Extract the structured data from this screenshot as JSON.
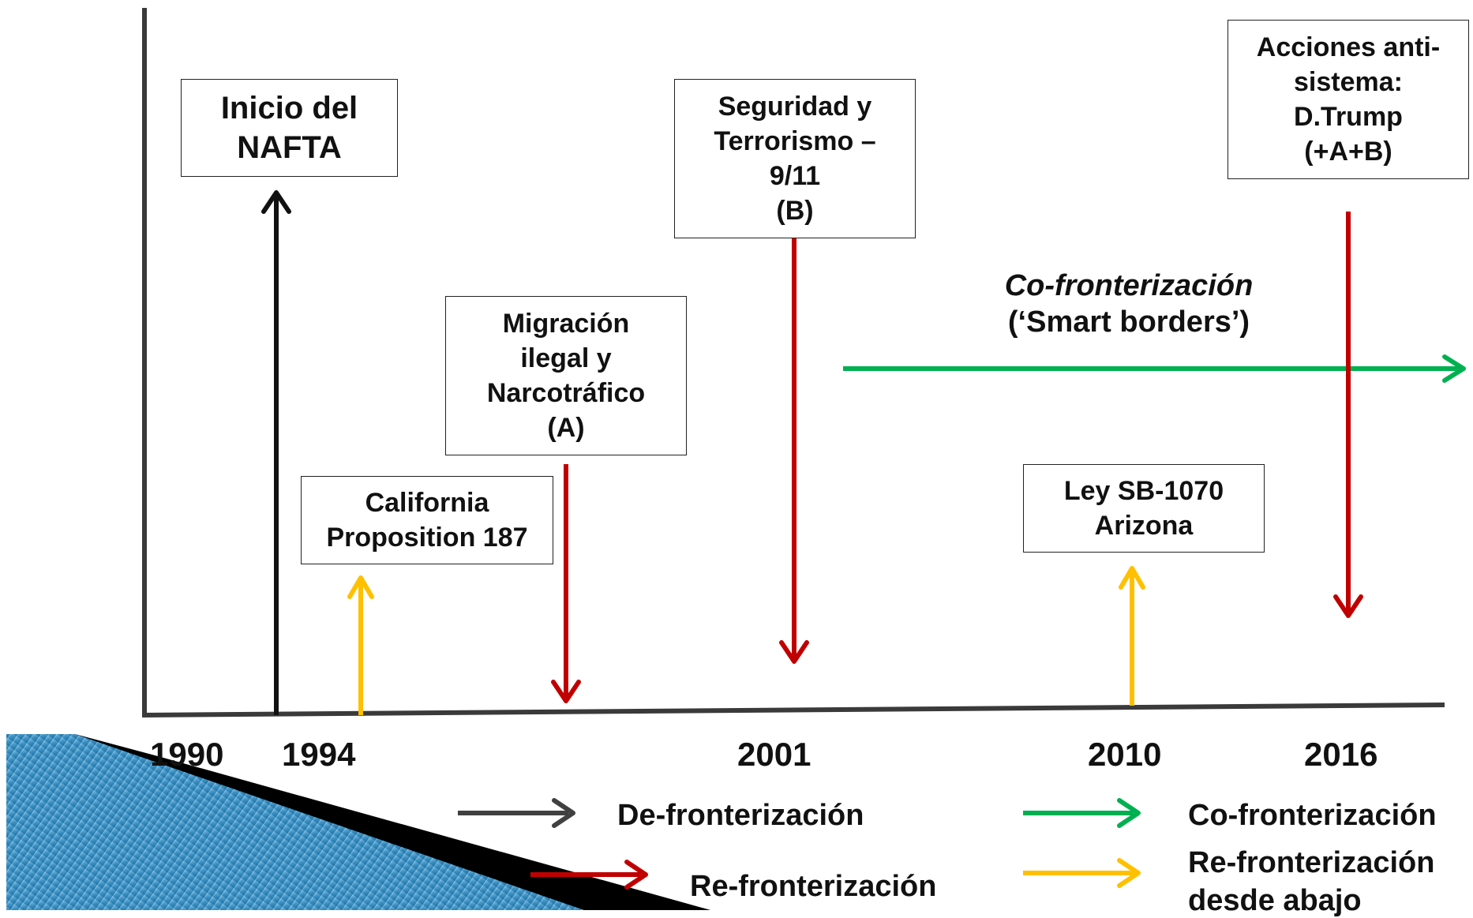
{
  "years": [
    "1990",
    "1994",
    "2001",
    "2010",
    "2016"
  ],
  "boxes": {
    "nafta": [
      "Inicio del",
      "NAFTA"
    ],
    "prop187": [
      "California",
      "Proposition 187"
    ],
    "migracion": [
      "Migración",
      "ilegal y",
      "Narcotráfico",
      "(A)"
    ],
    "seguridad": [
      "Seguridad y",
      "Terrorismo –",
      "9/11",
      "(B)"
    ],
    "sb1070": [
      "Ley SB-1070",
      "Arizona"
    ],
    "trump": [
      "Acciones anti-",
      "sistema:",
      "D.Trump",
      "(+A+B)"
    ]
  },
  "co_label": {
    "line1": "Co-fronterización",
    "line2": "(‘Smart borders’)"
  },
  "legend": {
    "de": "De-fronterización",
    "re": "Re-fronterización",
    "co": "Co-fronterización",
    "re_abajo_1": "Re-fronterización",
    "re_abajo_2": "desde abajo"
  },
  "colors": {
    "black": "#111111",
    "red": "#c00000",
    "green": "#00b050",
    "yellow": "#ffc000",
    "gray_arrow": "#404040"
  }
}
